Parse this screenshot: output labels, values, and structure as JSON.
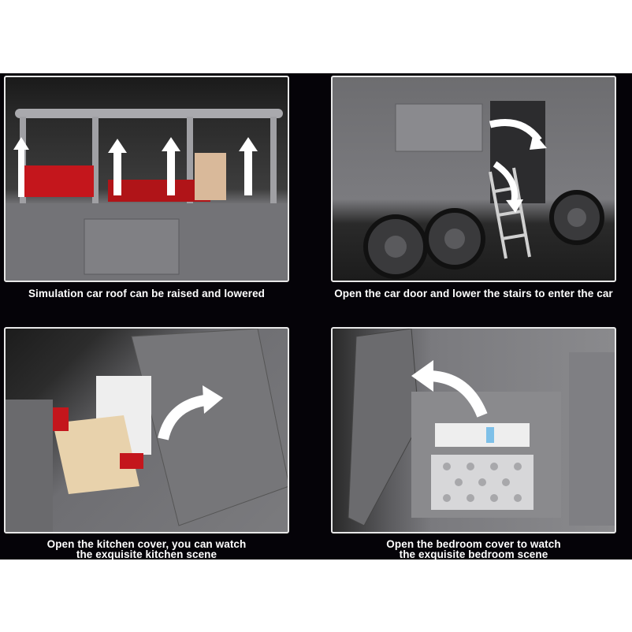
{
  "panels": [
    {
      "caption": "Simulation car roof can be raised and lowered"
    },
    {
      "caption": "Open the car door and lower the stairs to enter the car"
    },
    {
      "caption_line1": "Open the kitchen cover, you can watch",
      "caption_line2": "the exquisite kitchen scene"
    },
    {
      "caption_line1": "Open the bedroom cover to watch",
      "caption_line2": "the exquisite bedroom scene"
    }
  ]
}
